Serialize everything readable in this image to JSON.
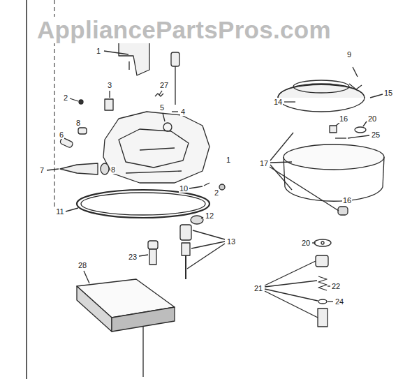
{
  "diagram": {
    "labels": [
      "AppliancePartsPros.com",
      "1",
      "2",
      "3",
      "27",
      "4",
      "5",
      "6",
      "8",
      "7",
      "8",
      "9",
      "14",
      "15",
      "16",
      "20",
      "25",
      "17",
      "16",
      "1",
      "10",
      "2",
      "11",
      "12",
      "13",
      "23",
      "20",
      "21",
      "22",
      "24",
      "28"
    ]
  }
}
